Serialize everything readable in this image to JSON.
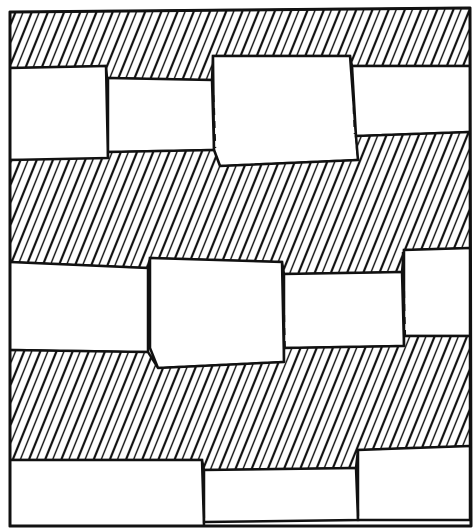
{
  "figure": {
    "kind": "hand-drawn schematic",
    "ink_color": "#111111",
    "paper_color": "#ffffff",
    "hatched_bands": 3,
    "white_bands": 3,
    "style": "diagonal hatch strokes, dashed dividers between white blocks"
  }
}
